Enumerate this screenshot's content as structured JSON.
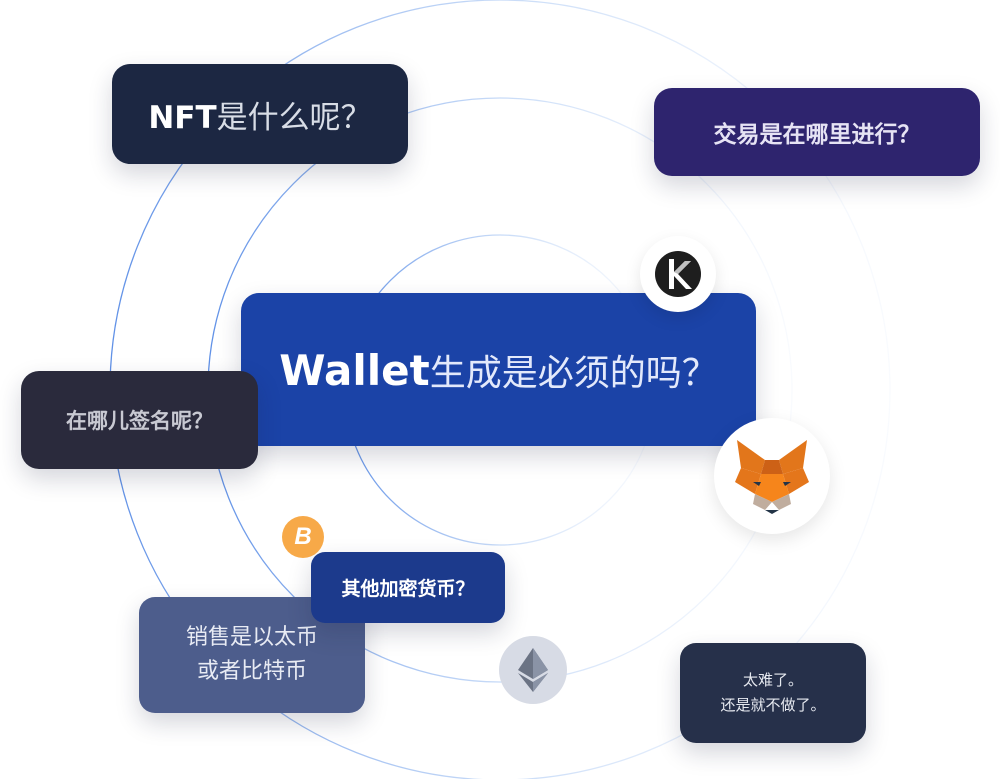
{
  "questions": {
    "nft": {
      "strong": "NFT",
      "rest": "是什么呢？"
    },
    "trade": "交易是在哪里进行？",
    "wallet": {
      "strong": "Wallet",
      "rest": "生成是必须的吗？"
    },
    "sign": "在哪儿签名呢？",
    "crypto": "其他加密货币？",
    "sell": {
      "line1": "销售是以太币",
      "line2": "或者比特币"
    },
    "hard": {
      "line1": "太难了。",
      "line2": "还是就不做了。"
    }
  },
  "badges": {
    "btc": "B"
  },
  "icons": [
    "klaytn-icon",
    "metamask-fox-icon",
    "bitcoin-icon",
    "ethereum-icon"
  ],
  "colors": {
    "nft_bg": "#1c2742",
    "trade_bg": "#2e246e",
    "wallet_bg": "#1b43a7",
    "sign_bg": "#2a2a3c",
    "crypto_bg": "#1c3a8c",
    "sell_bg": "#4d5d8c",
    "hard_bg": "#26304a",
    "btc_orange": "#f7a948",
    "ring_blue": "#5b8fe6"
  }
}
